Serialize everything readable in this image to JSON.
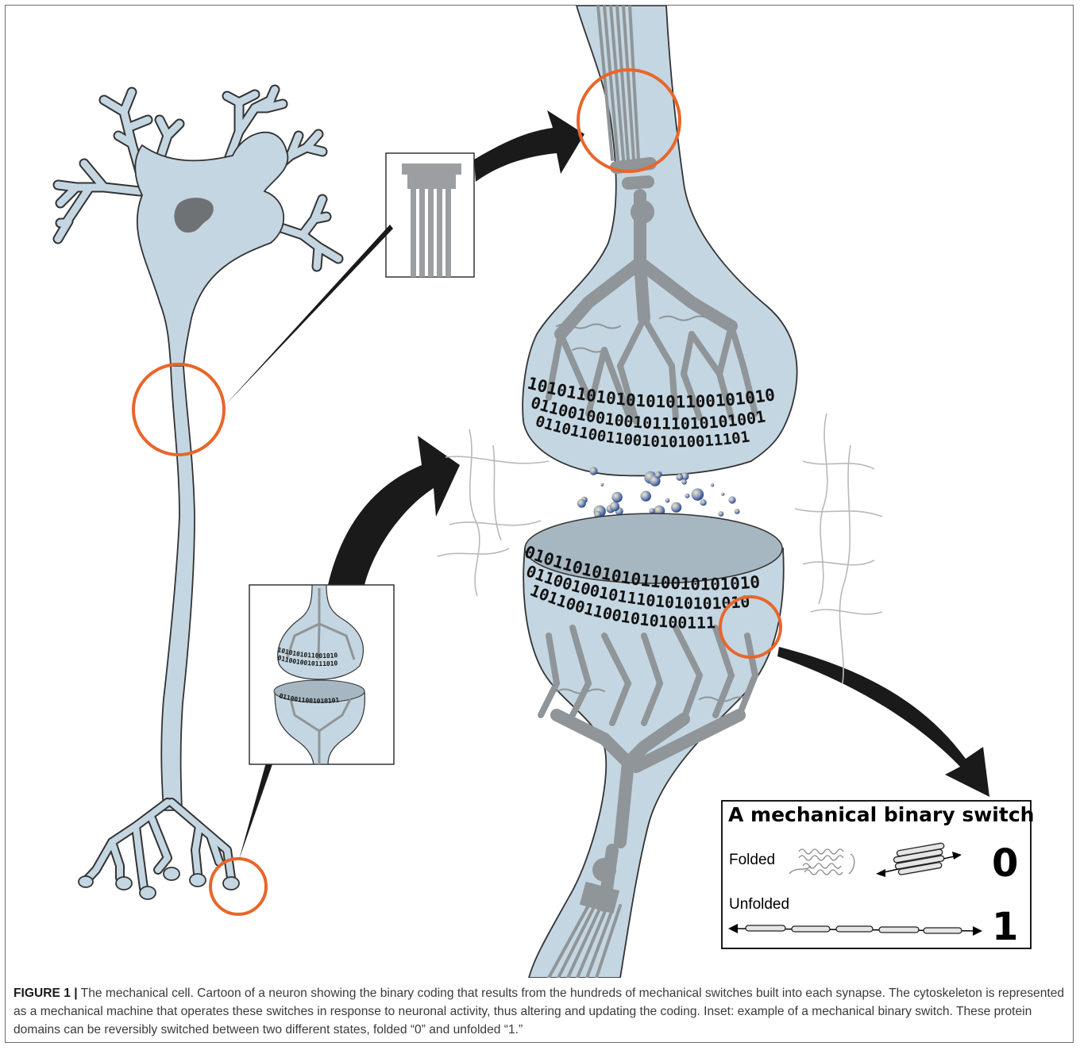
{
  "inset": {
    "title": "A mechanical binary switch",
    "folded_label": "Folded",
    "folded_value": "0",
    "unfolded_label": "Unfolded",
    "unfolded_value": "1"
  },
  "binary": {
    "upper_rows": [
      "1010110101010101100101010",
      "0110010010010111010101001",
      "011011001100101010011101"
    ],
    "lower_rows": [
      "010110101010110010101010",
      "011001001011101010101010",
      "10110011001010100111"
    ],
    "small_rows": [
      "1010101011001010",
      "0110010010111010",
      "0110011001010101"
    ]
  },
  "caption": {
    "label": "FIGURE 1 |",
    "text": " The mechanical cell. Cartoon of a neuron showing the binary coding that results from the hundreds of mechanical switches built into each synapse. The cytoskeleton is represented as a mechanical machine that operates these switches in response to neuronal activity, thus altering and updating the coding. Inset: example of a mechanical binary switch. These protein domains can be reversibly switched between two different states, folded “0” and unfolded “1.”"
  },
  "colors": {
    "cell_fill": "#c4d6e1",
    "outline": "#333333",
    "cytoskeleton": "#8f9598",
    "highlight_circle": "#e8662a",
    "nucleus": "#6f7275",
    "arrow": "#1a1a1a",
    "cleft_disc": "#a7b7c1"
  }
}
